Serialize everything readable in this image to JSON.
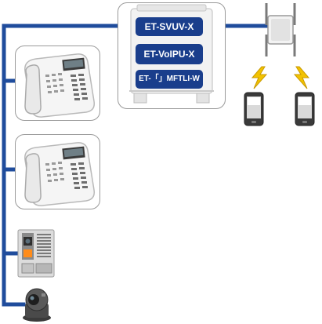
{
  "modules": {
    "svuv": "ET-SVUV-X",
    "voipu": "ET-VoIPU-X",
    "mftli": "ET-「」MFTLI-W"
  },
  "colors": {
    "line": "#1f4c9c",
    "badge": "#1a3e8c",
    "panel_border": "#9a9a9a",
    "lightning": "#f2c200"
  },
  "icons": [
    "ip-phone-icon",
    "ip-phone-icon",
    "door-intercom-icon",
    "network-camera-icon",
    "wireless-access-point-icon",
    "lightning-icon",
    "lightning-icon",
    "smartphone-icon",
    "smartphone-icon"
  ]
}
